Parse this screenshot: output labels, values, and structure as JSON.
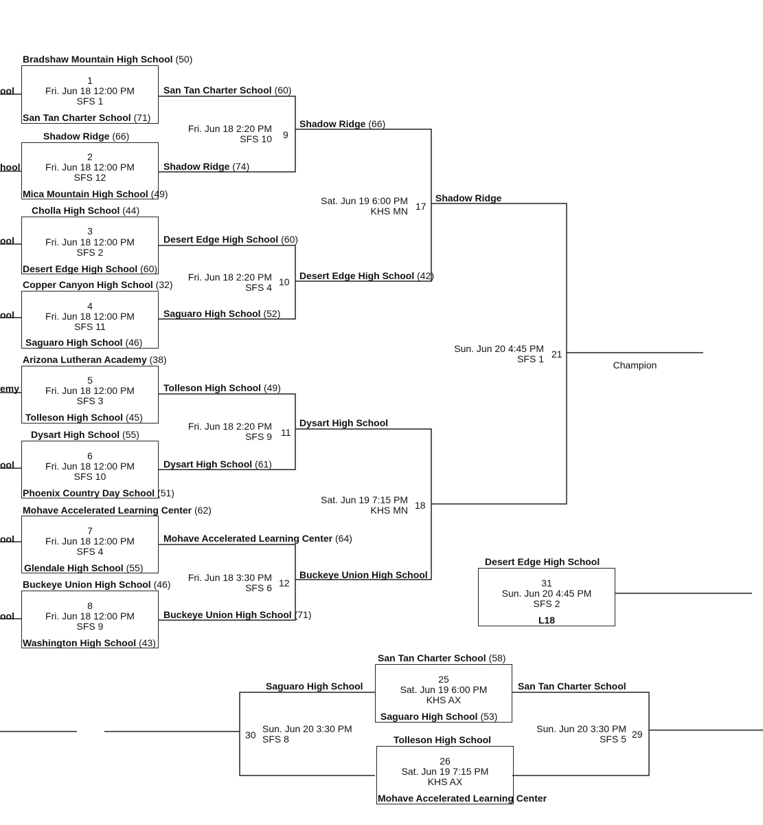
{
  "left_edge": [
    "ool",
    "hool",
    "ool",
    "ool",
    "emy",
    "ool",
    "ool",
    "ool"
  ],
  "round1": [
    {
      "num": "1",
      "date": "Fri. Jun 18 12:00 PM",
      "venue": "SFS 1",
      "top": {
        "name": "Bradshaw Mountain High School",
        "score": "(50)"
      },
      "bottom": {
        "name": "San Tan Charter School",
        "score": "(71)"
      }
    },
    {
      "num": "2",
      "date": "Fri. Jun 18 12:00 PM",
      "venue": "SFS 12",
      "top": {
        "name": "Shadow Ridge",
        "score": "(66)"
      },
      "bottom": {
        "name": "Mica Mountain High School",
        "score": "(49)"
      }
    },
    {
      "num": "3",
      "date": "Fri. Jun 18 12:00 PM",
      "venue": "SFS 2",
      "top": {
        "name": "Cholla High School",
        "score": "(44)"
      },
      "bottom": {
        "name": "Desert Edge High School",
        "score": "(60)"
      }
    },
    {
      "num": "4",
      "date": "Fri. Jun 18 12:00 PM",
      "venue": "SFS 11",
      "top": {
        "name": "Copper Canyon High School",
        "score": "(32)"
      },
      "bottom": {
        "name": "Saguaro High School",
        "score": "(46)"
      }
    },
    {
      "num": "5",
      "date": "Fri. Jun 18 12:00 PM",
      "venue": "SFS 3",
      "top": {
        "name": "Arizona Lutheran Academy",
        "score": "(38)"
      },
      "bottom": {
        "name": "Tolleson High School",
        "score": "(45)"
      }
    },
    {
      "num": "6",
      "date": "Fri. Jun 18 12:00 PM",
      "venue": "SFS 10",
      "top": {
        "name": "Dysart High School",
        "score": "(55)"
      },
      "bottom": {
        "name": "Phoenix Country Day School",
        "score": "(51)"
      }
    },
    {
      "num": "7",
      "date": "Fri. Jun 18 12:00 PM",
      "venue": "SFS 4",
      "top": {
        "name": "Mohave Accelerated Learning Center",
        "score": "(62)"
      },
      "bottom": {
        "name": "Glendale High School",
        "score": "(55)"
      }
    },
    {
      "num": "8",
      "date": "Fri. Jun 18 12:00 PM",
      "venue": "SFS 9",
      "top": {
        "name": "Buckeye Union High School",
        "score": "(46)"
      },
      "bottom": {
        "name": "Washington High School",
        "score": "(43)"
      }
    }
  ],
  "round2": [
    {
      "num": "9",
      "date": "Fri. Jun 18 2:20 PM",
      "venue": "SFS 10",
      "top": {
        "name": "San Tan Charter School",
        "score": "(60)"
      },
      "bottom": {
        "name": "Shadow Ridge",
        "score": "(74)"
      }
    },
    {
      "num": "10",
      "date": "Fri. Jun 18 2:20 PM",
      "venue": "SFS 4",
      "top": {
        "name": "Desert Edge High School",
        "score": "(60)"
      },
      "bottom": {
        "name": "Saguaro High School",
        "score": "(52)"
      }
    },
    {
      "num": "11",
      "date": "Fri. Jun 18 2:20 PM",
      "venue": "SFS 9",
      "top": {
        "name": "Tolleson High School",
        "score": "(49)"
      },
      "bottom": {
        "name": "Dysart High School",
        "score": "(61)"
      }
    },
    {
      "num": "12",
      "date": "Fri. Jun 18 3:30 PM",
      "venue": "SFS 6",
      "top": {
        "name": "Mohave Accelerated Learning Center",
        "score": "(64)"
      },
      "bottom": {
        "name": "Buckeye Union High School",
        "score": "(71)"
      }
    }
  ],
  "round3": [
    {
      "num": "17",
      "date": "Sat. Jun 19 6:00 PM",
      "venue": "KHS MN",
      "top": {
        "name": "Shadow Ridge",
        "score": "(66)"
      },
      "bottom": {
        "name": "Desert Edge High School",
        "score": "(42)"
      }
    },
    {
      "num": "18",
      "date": "Sat. Jun 19 7:15 PM",
      "venue": "KHS MN",
      "top": {
        "name": "Dysart High School",
        "score": ""
      },
      "bottom": {
        "name": "Buckeye Union High School",
        "score": ""
      }
    }
  ],
  "final": {
    "num": "21",
    "date": "Sun. Jun 20 4:45 PM",
    "venue": "SFS 1",
    "top": {
      "name": "Shadow Ridge",
      "score": ""
    },
    "champion_label": "Champion"
  },
  "third": {
    "num": "31",
    "date": "Sun. Jun 20 4:45 PM",
    "venue": "SFS 2",
    "top": {
      "name": "Desert Edge High School",
      "score": ""
    },
    "bottom": {
      "name": "L18",
      "score": ""
    }
  },
  "consolation": {
    "g25": {
      "num": "25",
      "date": "Sat. Jun 19 6:00 PM",
      "venue": "KHS AX",
      "top": {
        "name": "San Tan Charter School",
        "score": "(58)"
      },
      "bottom": {
        "name": "Saguaro High School",
        "score": "(53)"
      }
    },
    "g26": {
      "num": "26",
      "date": "Sat. Jun 19 7:15 PM",
      "venue": "KHS AX",
      "top": {
        "name": "Tolleson High School",
        "score": ""
      },
      "bottom": {
        "name": "Mohave Accelerated Learning Center",
        "score": ""
      }
    },
    "g30": {
      "num": "30",
      "date": "Sun. Jun 20 3:30 PM",
      "venue": "SFS 8",
      "top": {
        "name": "Saguaro High School",
        "score": ""
      }
    },
    "g29": {
      "num": "29",
      "date": "Sun. Jun 20 3:30 PM",
      "venue": "SFS 5",
      "top": {
        "name": "San Tan Charter School",
        "score": ""
      }
    }
  }
}
